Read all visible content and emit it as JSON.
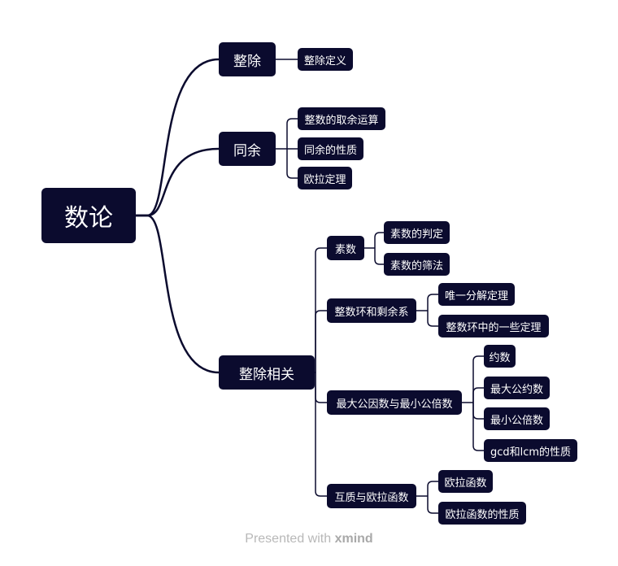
{
  "mindmap": {
    "root": "数论",
    "branches": [
      {
        "label": "整除",
        "children": [
          {
            "label": "整除定义"
          }
        ]
      },
      {
        "label": "同余",
        "children": [
          {
            "label": "整数的取余运算"
          },
          {
            "label": "同余的性质"
          },
          {
            "label": "欧拉定理"
          }
        ]
      },
      {
        "label": "整除相关",
        "children": [
          {
            "label": "素数",
            "children": [
              "素数的判定",
              "素数的筛法"
            ]
          },
          {
            "label": "整数环和剩余系",
            "children": [
              "唯一分解定理",
              "整数环中的一些定理"
            ]
          },
          {
            "label": "最大公因数与最小公倍数",
            "children": [
              "约数",
              "最大公约数",
              "最小公倍数",
              "gcd和lcm的性质"
            ]
          },
          {
            "label": "互质与欧拉函数",
            "children": [
              "欧拉函数",
              "欧拉函数的性质"
            ]
          }
        ]
      }
    ]
  },
  "colors": {
    "node_fill": "#0b0b2e",
    "node_text": "#ffffff",
    "line": "#0b0b2e"
  },
  "footer": {
    "prefix": "Presented with",
    "brand": "xmind"
  }
}
